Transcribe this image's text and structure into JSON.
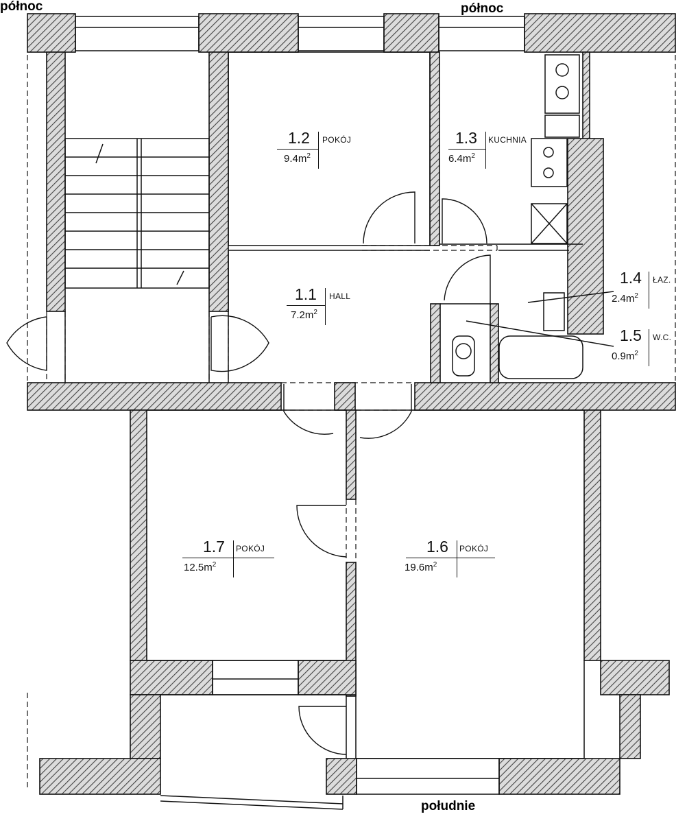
{
  "compass": {
    "north_top_left": "północ",
    "north_top": "północ",
    "south_bottom": "południe"
  },
  "rooms": [
    {
      "number": "1.1",
      "name": "HALL",
      "area": "7.2",
      "unit": "m",
      "exp": "2"
    },
    {
      "number": "1.2",
      "name": "POKÓJ",
      "area": "9.4",
      "unit": "m",
      "exp": "2"
    },
    {
      "number": "1.3",
      "name": "KUCHNIA",
      "area": "6.4",
      "unit": "m",
      "exp": "2"
    },
    {
      "number": "1.4",
      "name": "ŁAZ.",
      "area": "2.4",
      "unit": "m",
      "exp": "2"
    },
    {
      "number": "1.5",
      "name": "W.C.",
      "area": "0.9",
      "unit": "m",
      "exp": "2"
    },
    {
      "number": "1.6",
      "name": "POKÓJ",
      "area": "19.6",
      "unit": "m",
      "exp": "2"
    },
    {
      "number": "1.7",
      "name": "POKÓJ",
      "area": "12.5",
      "unit": "m",
      "exp": "2"
    }
  ],
  "colors": {
    "wall_line": "#111111",
    "hatch": "#555555",
    "background": "#ffffff"
  }
}
